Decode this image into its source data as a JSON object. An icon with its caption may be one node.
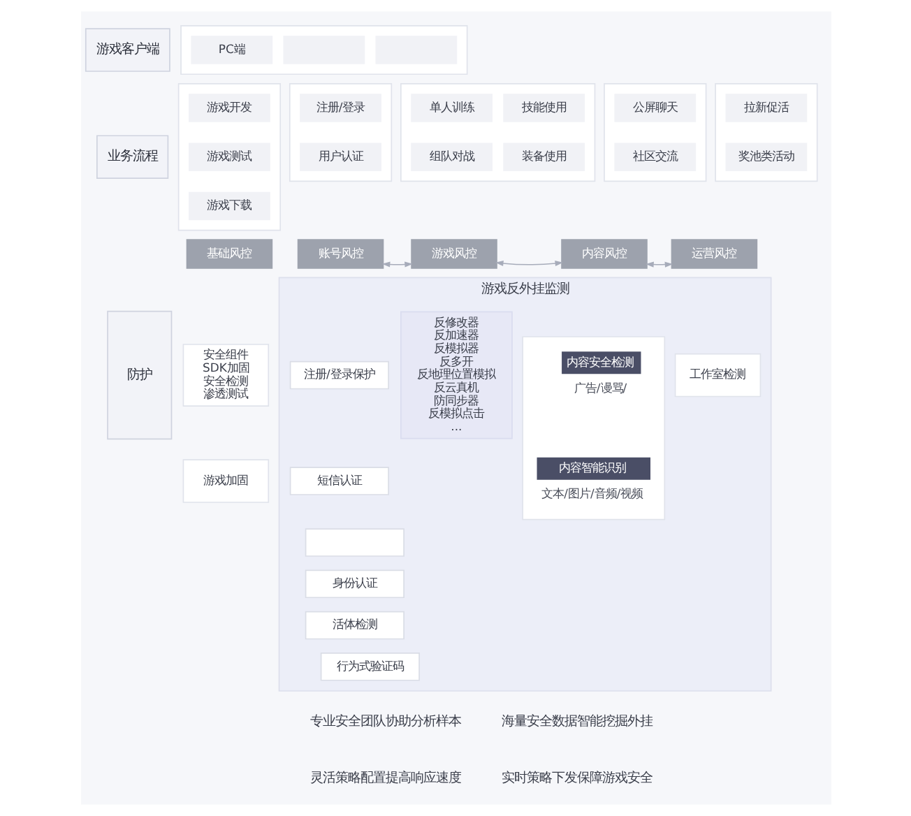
{
  "diagram": {
    "nodes": [
      {
        "text": [
          "游戏客户端"
        ]
      },
      {
        "text": [],
        "shape": "box"
      },
      {
        "text": [
          "PC端"
        ],
        "in": 1
      },
      {
        "text": [],
        "shape": "box",
        "in": 1
      },
      {
        "text": [],
        "shape": "box",
        "in": 1
      },
      {
        "text": [
          "业务流程"
        ]
      },
      {
        "text": [],
        "shape": "box"
      },
      {
        "text": [
          "游戏开发"
        ],
        "in": 6
      },
      {
        "text": [
          "游戏测试"
        ],
        "in": 6
      },
      {
        "text": [
          "游戏下载"
        ],
        "in": 6
      },
      {
        "text": [],
        "shape": "box"
      },
      {
        "text": [
          "注册/登录"
        ],
        "in": 10
      },
      {
        "text": [
          "用户认证"
        ],
        "in": 10
      },
      {
        "text": [],
        "shape": "box"
      },
      {
        "text": [
          "单人训练"
        ],
        "in": 13
      },
      {
        "text": [
          "技能使用"
        ],
        "in": 13
      },
      {
        "text": [
          "组队对战"
        ],
        "in": 13
      },
      {
        "text": [
          "装备使用"
        ],
        "in": 13
      },
      {
        "text": [],
        "shape": "box"
      },
      {
        "text": [
          "公屏聊天"
        ],
        "in": 18
      },
      {
        "text": [
          "社区交流"
        ],
        "in": 18
      },
      {
        "text": [],
        "shape": "box"
      },
      {
        "text": [
          "拉新促活"
        ],
        "in": 21
      },
      {
        "text": [
          "奖池类活动"
        ],
        "in": 21
      },
      {
        "text": [
          "基础风控"
        ]
      },
      {
        "text": [
          "账号风控"
        ]
      },
      {
        "text": [
          "游戏风控"
        ]
      },
      {
        "text": [
          "内容风控"
        ]
      },
      {
        "text": [
          "运营风控"
        ]
      },
      {
        "text": [
          "防护"
        ]
      },
      {
        "text": [
          "安全组件",
          "SDK加固",
          "安全检测",
          "渗透测试"
        ]
      },
      {
        "text": [
          "游戏加固"
        ]
      },
      {
        "text": [
          "游戏反外挂监测"
        ]
      },
      {
        "text": [
          "注册/登录保护"
        ],
        "in": 32
      },
      {
        "text": [
          "短信认证"
        ],
        "in": 32
      },
      {
        "text": [],
        "shape": "box",
        "in": 32
      },
      {
        "text": [
          "身份认证"
        ],
        "in": 32
      },
      {
        "text": [
          "活体检测"
        ],
        "in": 32
      },
      {
        "text": [
          "行为式验证码"
        ],
        "in": 32
      },
      {
        "text": [
          "反修改器",
          "反加速器",
          "反模拟器",
          "反多开",
          "反地理位置模拟",
          "反云真机",
          "防同步器",
          "反模拟点击",
          "..."
        ],
        "in": 32
      },
      {
        "text": [],
        "shape": "box",
        "in": 32
      },
      {
        "text": [
          "内容安全检测"
        ],
        "beside": [
          "广告/谩骂/"
        ],
        "in": 40
      },
      {
        "text": [
          "内容智能识别"
        ],
        "beside": [
          "文本/图片/音频/视频"
        ],
        "in": 40
      },
      {
        "text": [
          "工作室检测"
        ],
        "in": 32
      }
    ],
    "edges": [
      {
        "from": 25,
        "to": 26,
        "arrow": "both"
      },
      {
        "from": 26,
        "to": 27,
        "arrow": "both"
      },
      {
        "from": 27,
        "to": 28,
        "arrow": "both"
      }
    ],
    "labels": [
      "专业安全团队协助分析样本",
      "海量安全数据智能挖掘外挂",
      "灵活策略配置提高响应速度",
      "实时策略下发保障游戏安全"
    ]
  }
}
